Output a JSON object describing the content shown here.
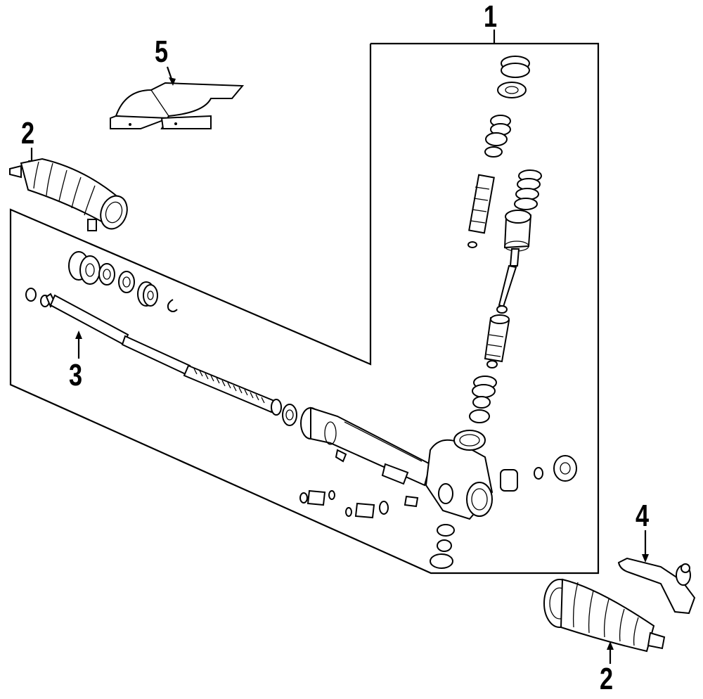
{
  "callouts": {
    "rack_gear_assembly": "1",
    "outer_boot_left": "2",
    "outer_boot_right": "2",
    "inner_tie_rod": "3",
    "outer_tie_rod_end": "4",
    "mount_bracket": "5"
  }
}
